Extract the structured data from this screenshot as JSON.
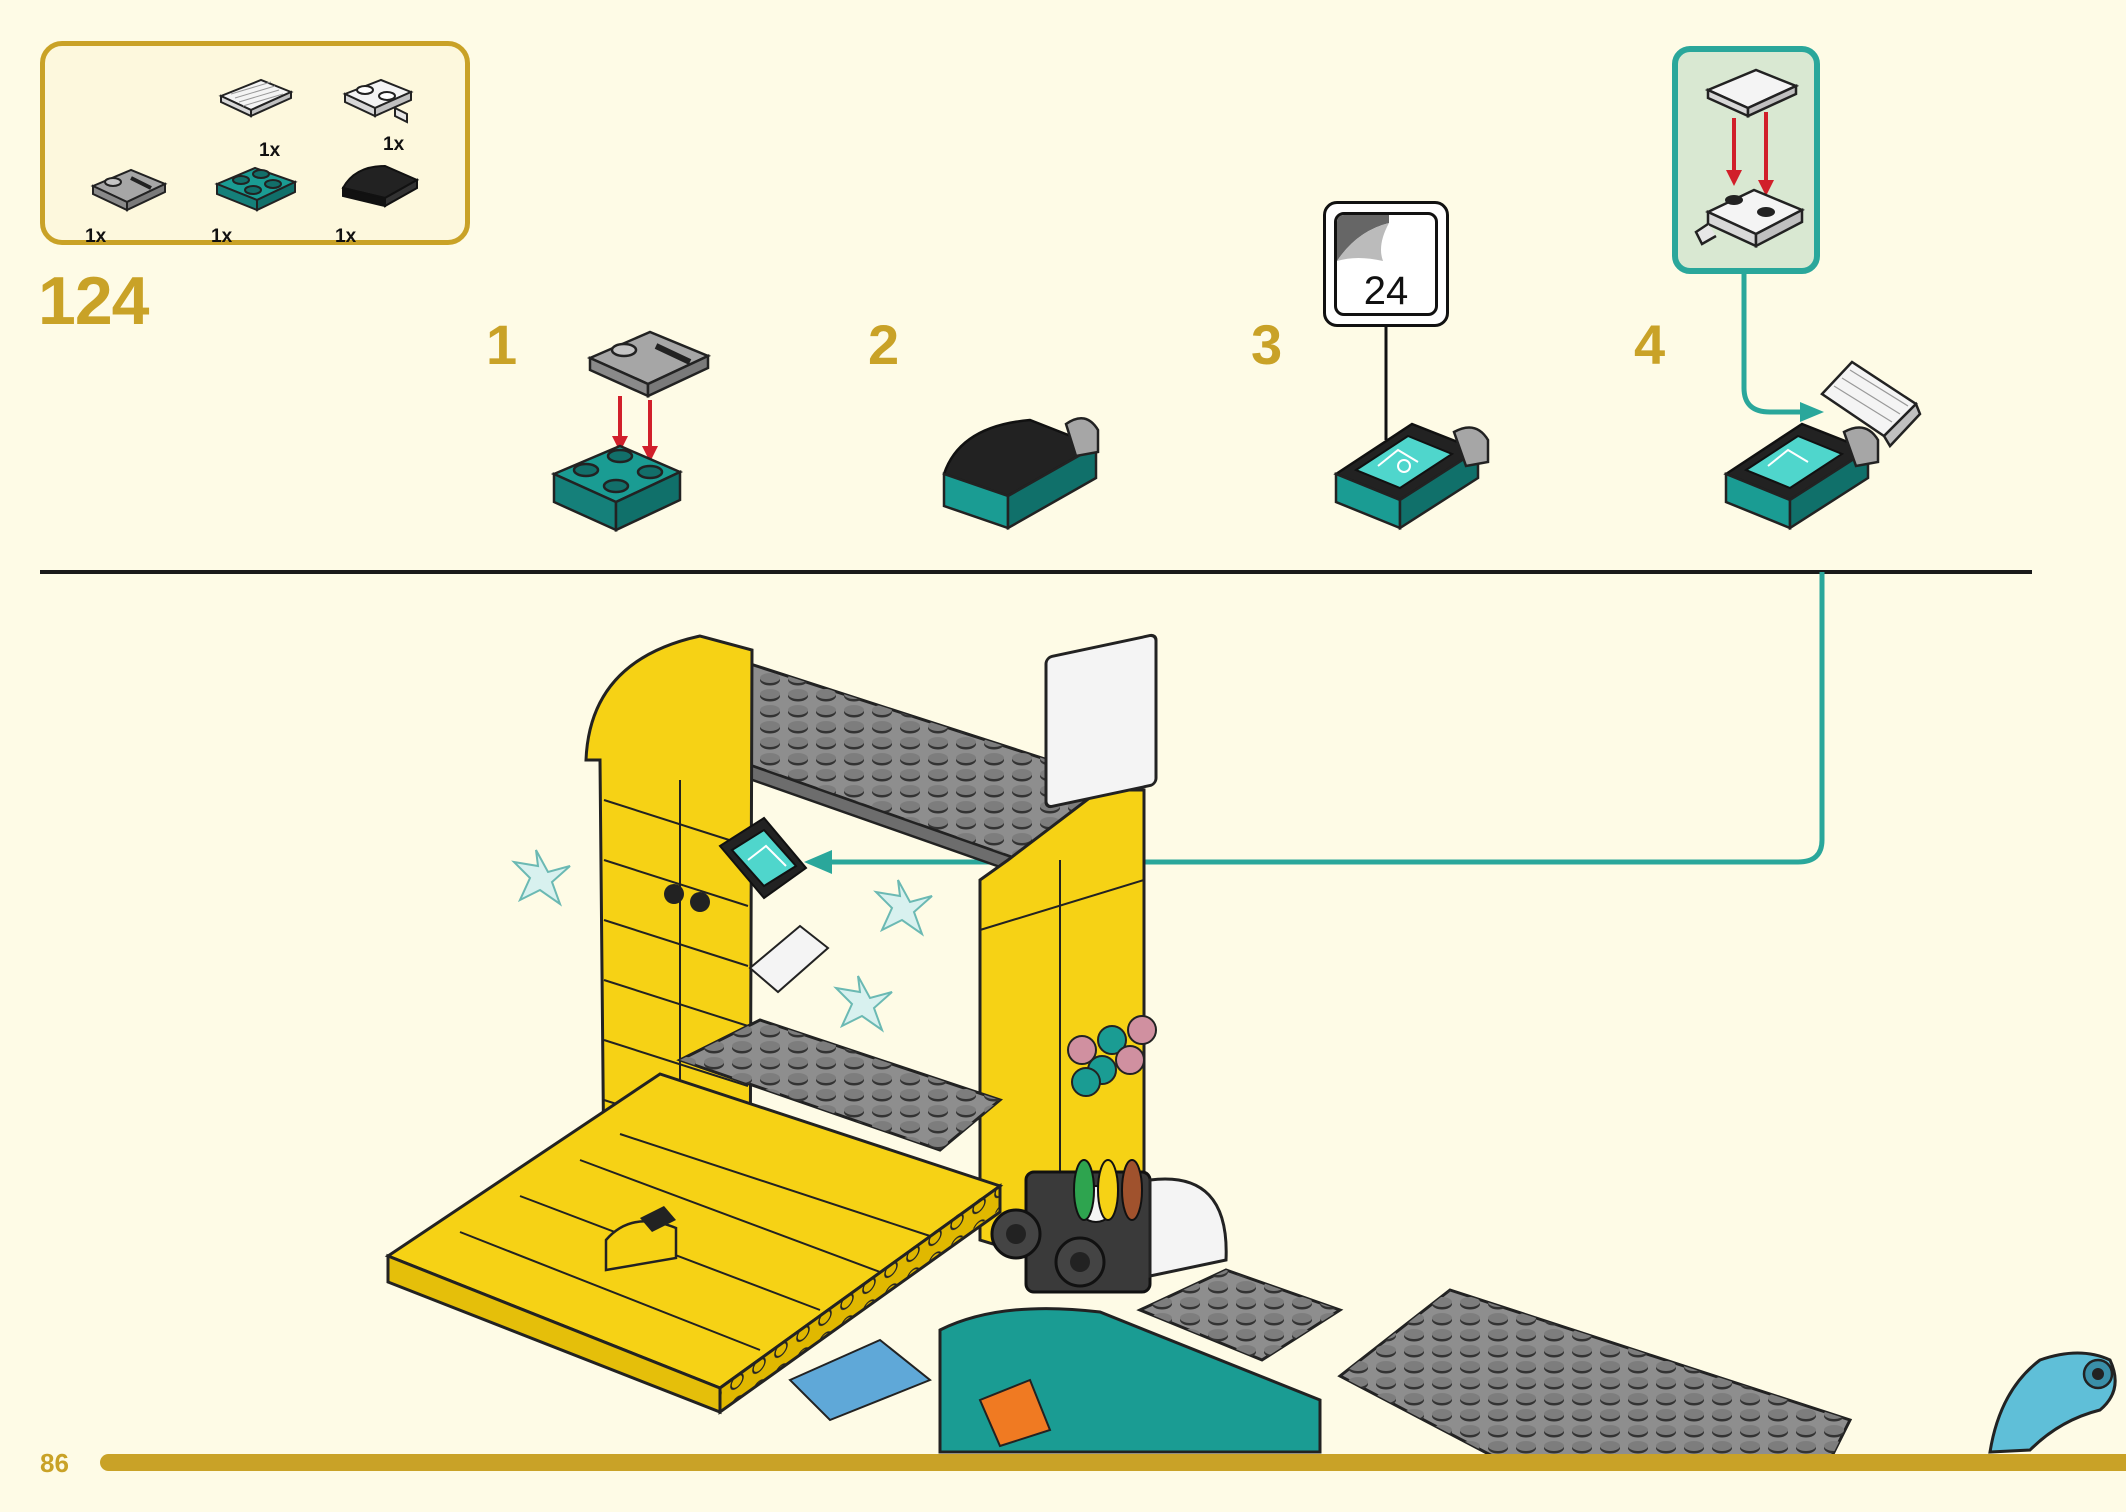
{
  "page": {
    "step_number": "124",
    "page_number": "86"
  },
  "parts_list": [
    {
      "name": "tile-keyboard",
      "qty": "1x"
    },
    {
      "name": "plate-with-clip",
      "qty": "1x"
    },
    {
      "name": "plate-with-bar-handle",
      "qty": "1x"
    },
    {
      "name": "plate-2x2-teal",
      "qty": "1x"
    },
    {
      "name": "curved-slope-black",
      "qty": "1x"
    }
  ],
  "substeps": [
    {
      "number": "1"
    },
    {
      "number": "2"
    },
    {
      "number": "3"
    },
    {
      "number": "4"
    }
  ],
  "sticker": {
    "number": "24"
  },
  "colors": {
    "accent_gold": "#c9a227",
    "callout_teal": "#2aa79b",
    "brick_yellow": "#f6d215",
    "brick_teal": "#1a9c93",
    "brick_gray": "#8e8e8e",
    "background": "#fefbe6"
  }
}
